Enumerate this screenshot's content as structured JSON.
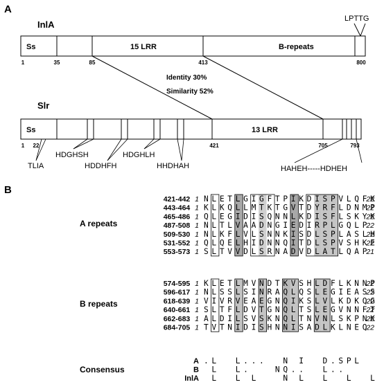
{
  "panel_a": {
    "label": "A",
    "inla": {
      "name": "InlA",
      "ss": "Ss",
      "lrr": "15 LRR",
      "brep": "B-repeats",
      "anchor": "LPTTG",
      "pos": [
        "1",
        "35",
        "85",
        "413",
        "800"
      ]
    },
    "identity": "Identity 30%",
    "similarity": "Similarity 52%",
    "slr": {
      "name": "Slr",
      "ss": "Ss",
      "lrr": "13 LRR",
      "pos": [
        "1",
        "22",
        "421",
        "705",
        "793"
      ],
      "motifs": [
        "TLIA",
        "HDGHSH",
        "HDDHFH",
        "HDGHLH",
        "HHDHAH",
        "HAHEH-----HDHEH"
      ]
    }
  },
  "panel_b": {
    "label": "B",
    "a_title": "A repeats",
    "b_title": "B repeats",
    "consensus_title": "Consensus",
    "a_rows": [
      {
        "range": "421-442",
        "start": "1",
        "seq": "NLETLGIGFTPIKDISPVLQFK",
        "end": "22"
      },
      {
        "range": "443-464",
        "start": "1",
        "seq": "KLKQLLMTKTGVTDYRFLDNMP",
        "end": "22"
      },
      {
        "range": "465-486",
        "start": "1",
        "seq": "QLEGIDISQNNLKDISFLSKYK",
        "end": "22"
      },
      {
        "range": "487-508",
        "start": "1",
        "seq": "NLTLVAADNGIEDIRPLGQLP",
        "end": "22"
      },
      {
        "range": "509-530",
        "start": "1",
        "seq": "NLKFLVLSNNKISDLSPLASLH",
        "end": "22"
      },
      {
        "range": "531-552",
        "start": "1",
        "seq": "QLQELHIDNNQITDLSPVSHKE",
        "end": "22"
      },
      {
        "range": "553-573",
        "start": "1",
        "seq": "SLTVVDLSRNADVDLATLQAP",
        "end": "21"
      }
    ],
    "b_rows": [
      {
        "range": "574-595",
        "start": "1",
        "seq": "KLETLMVNDTKVSHLDFLKNNP",
        "end": "22"
      },
      {
        "range": "596-617",
        "start": "1",
        "seq": "NLSSLSINRAQLQSLEGIEASS",
        "end": "22"
      },
      {
        "range": "618-639",
        "start": "1",
        "seq": "VIVRVEAEGNQIKSLVLKDKQG",
        "end": "22"
      },
      {
        "range": "640-661",
        "start": "1",
        "seq": "SLTFLDVTGNQLTSLEGVNNFT",
        "end": "22"
      },
      {
        "range": "662-683",
        "start": "1",
        "seq": "ALDILSVSKNQLTNVNLSKPNK",
        "end": "22"
      },
      {
        "range": "684-705",
        "start": "1",
        "seq": "TVTNIDISHNNISADLKLNEQ",
        "end": "22"
      }
    ],
    "consensus": [
      {
        "label": "A",
        "seq": ".L  L...  N I  D.SPL"
      },
      {
        "label": "B",
        "seq": " L  L.   NQ..  L.."
      },
      {
        "label": "InlA",
        "seq": " L  L L   N L  L  L  L"
      }
    ]
  }
}
